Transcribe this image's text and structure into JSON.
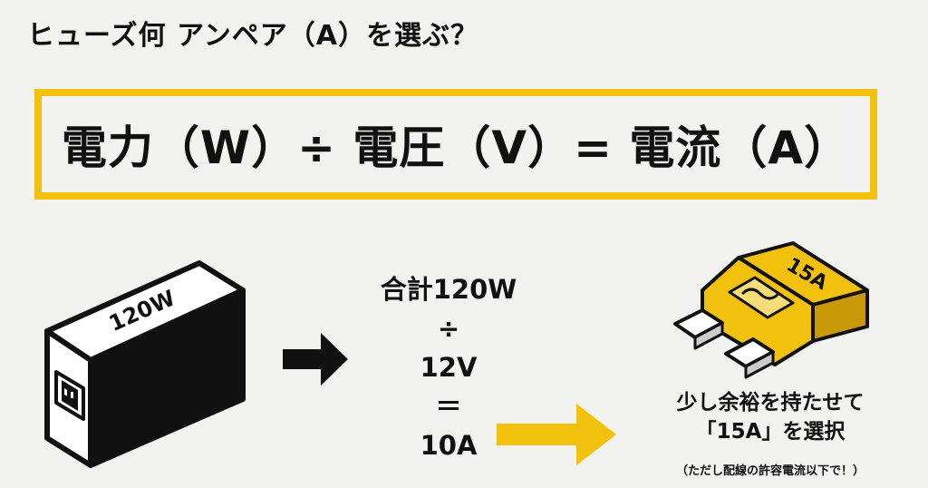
{
  "title": "ヒューズ何 アンペア（A）を選ぶ？",
  "formula": "電力（W）÷ 電圧（V）= 電流（A）",
  "device": {
    "label": "120W",
    "icon": "power-supply-icon"
  },
  "calculation": {
    "total": "合計120W",
    "divide": "÷",
    "voltage": "12V",
    "equals": "＝",
    "result": "10A"
  },
  "fuse": {
    "label": "15A",
    "icon": "blade-fuse-icon"
  },
  "note": {
    "line1": "少し余裕を持たせて",
    "line2": "「15A」を選択",
    "sub": "（ただし配線の許容電流以下で！）"
  },
  "colors": {
    "accent": "#f2c10e",
    "ink": "#111111",
    "background": "#f2f2f0"
  }
}
